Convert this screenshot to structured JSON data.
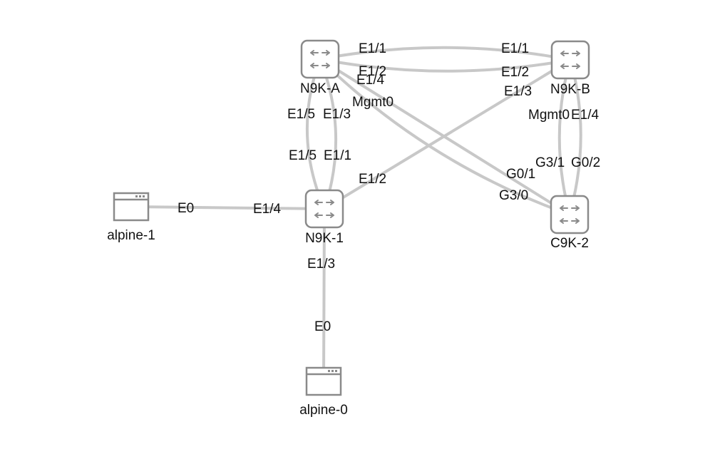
{
  "nodes": [
    {
      "id": "n9k-a",
      "label": "N9K-A",
      "kind": "router-icon"
    },
    {
      "id": "n9k-b",
      "label": "N9K-B",
      "kind": "router-icon"
    },
    {
      "id": "n9k-1",
      "label": "N9K-1",
      "kind": "router-icon"
    },
    {
      "id": "c9k-2",
      "label": "C9K-2",
      "kind": "router-icon"
    },
    {
      "id": "alpine-1",
      "label": "alpine-1",
      "kind": "host-icon"
    },
    {
      "id": "alpine-0",
      "label": "alpine-0",
      "kind": "host-icon"
    }
  ],
  "links": [
    {
      "a": "n9k-a",
      "a_port": "E1/1",
      "b": "n9k-b",
      "b_port": "E1/1"
    },
    {
      "a": "n9k-a",
      "a_port": "E1/2",
      "b": "n9k-b",
      "b_port": "E1/2"
    },
    {
      "a": "n9k-a",
      "a_port": "E1/4",
      "b": "c9k-2",
      "b_port": "G0/1"
    },
    {
      "a": "n9k-a",
      "a_port": "Mgmt0",
      "b": "c9k-2",
      "b_port": "G3/0"
    },
    {
      "a": "n9k-b",
      "a_port": "E1/3",
      "b": "n9k-1",
      "b_port": "E1/2"
    },
    {
      "a": "n9k-b",
      "a_port": "Mgmt0",
      "b": "c9k-2",
      "b_port": "G3/1"
    },
    {
      "a": "n9k-b",
      "a_port": "E1/4",
      "b": "c9k-2",
      "b_port": "G0/2"
    },
    {
      "a": "n9k-a",
      "a_port": "E1/5",
      "b": "n9k-1",
      "b_port": "E1/5"
    },
    {
      "a": "n9k-a",
      "a_port": "E1/3",
      "b": "n9k-1",
      "b_port": "E1/1"
    },
    {
      "a": "alpine-1",
      "a_port": "E0",
      "b": "n9k-1",
      "b_port": "E1/4"
    },
    {
      "a": "n9k-1",
      "a_port": "E1/3",
      "b": "alpine-0",
      "b_port": "E0"
    }
  ],
  "colors": {
    "link": "#c8c8c8",
    "icon": "#8a8a8a",
    "text": "#111111",
    "background": "#ffffff"
  }
}
